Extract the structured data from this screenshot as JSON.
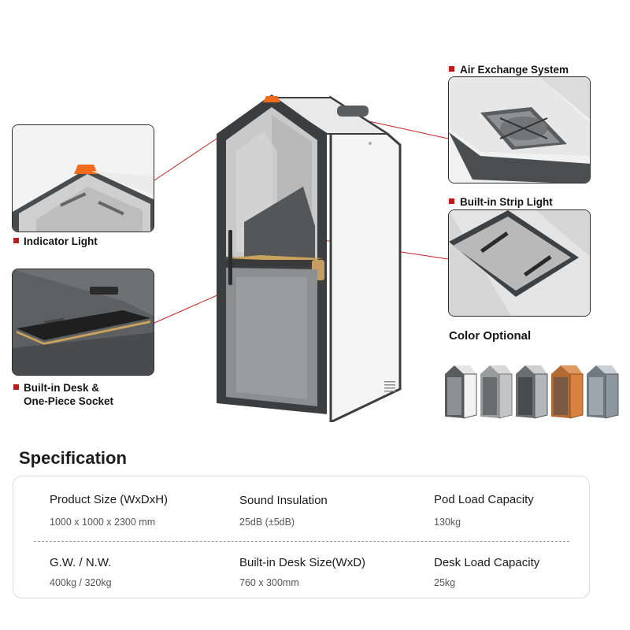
{
  "callouts": {
    "indicator_light": "Indicator Light",
    "desk_socket_line1": "Built-in Desk &",
    "desk_socket_line2": "One-Piece Socket",
    "air_exchange": "Air Exchange System",
    "strip_light": "Built-in Strip Light"
  },
  "color_options": {
    "title": "Color Optional",
    "swatches": [
      "#5a5b5d",
      "#9a9b9d",
      "#6d6e70",
      "#d9823f",
      "#8c97a0"
    ]
  },
  "specification": {
    "title": "Specification",
    "items": [
      {
        "label": "Product Size (WxDxH)",
        "value": "1000 x 1000 x 2300 mm"
      },
      {
        "label": "Sound Insulation",
        "value": "25dB (±5dB)"
      },
      {
        "label": "Pod Load Capacity",
        "value": "130kg"
      },
      {
        "label": "G.W. / N.W.",
        "value": "400kg / 320kg"
      },
      {
        "label": "Built-in Desk Size(WxD)",
        "value": "760 x 300mm"
      },
      {
        "label": "Desk Load Capacity",
        "value": "25kg"
      }
    ]
  },
  "colors": {
    "accent_red": "#c21a1a",
    "indicator_orange": "#f26a1b",
    "frame_dark": "#3c3d3f"
  }
}
